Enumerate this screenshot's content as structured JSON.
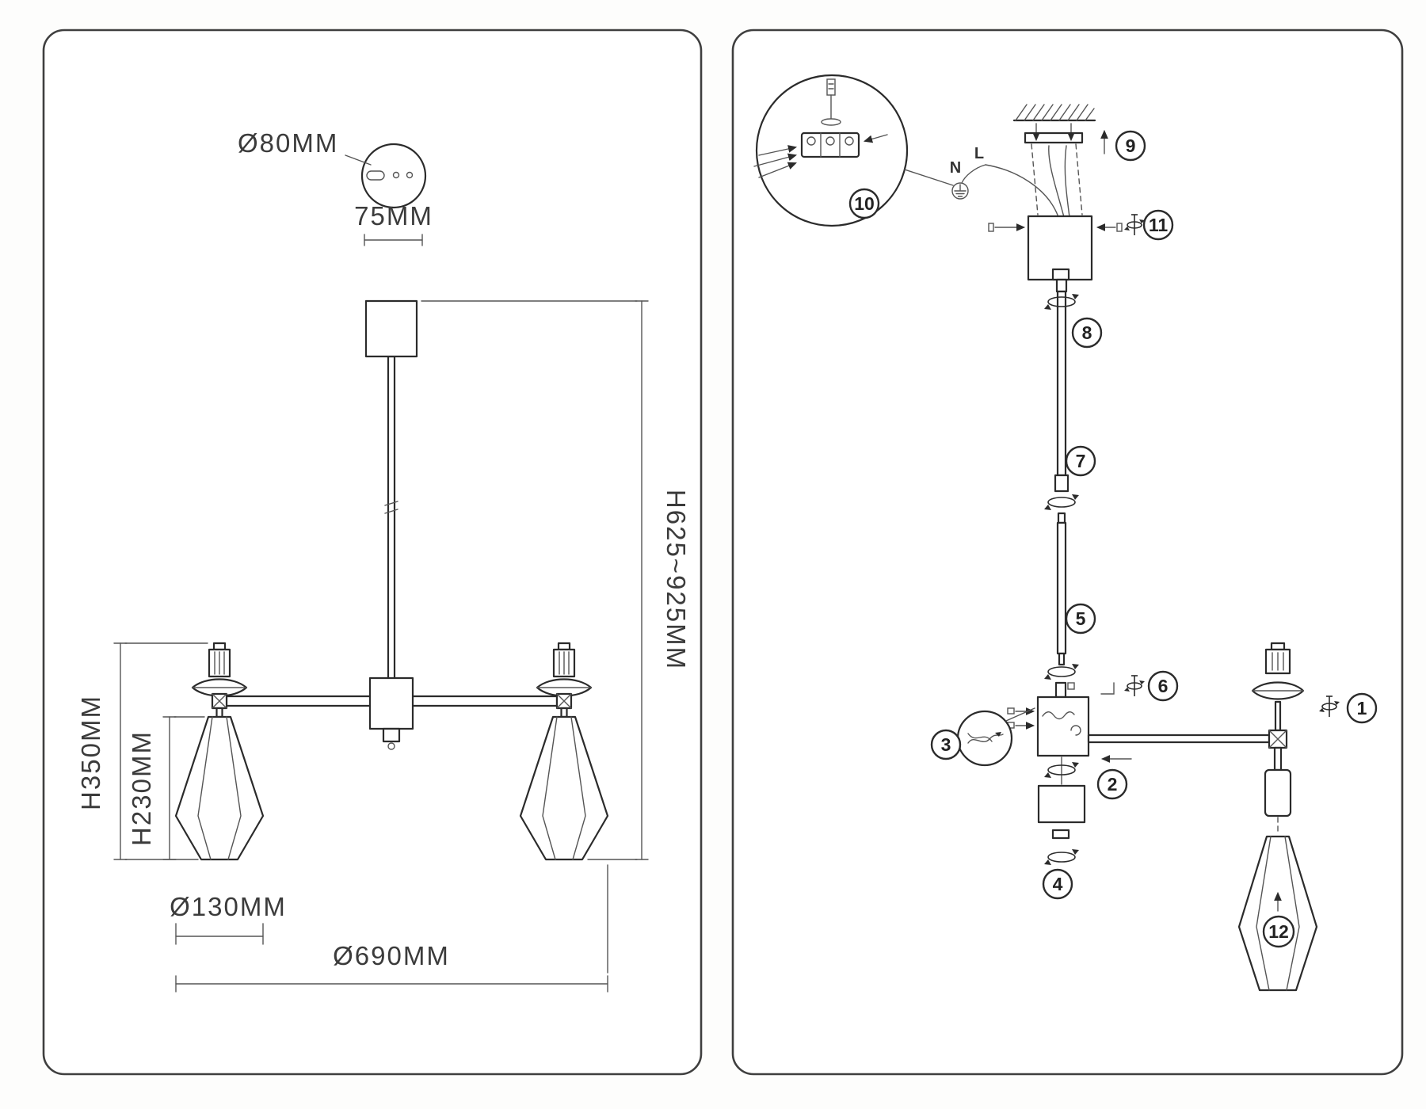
{
  "left_panel": {
    "dims": {
      "canopy_diameter": "Ø80MM",
      "canopy_width": "75MM",
      "overall_height": "H625~925MM",
      "lamp_height": "H350MM",
      "shade_height": "H230MM",
      "shade_diameter": "Ø130MM",
      "overall_diameter": "Ø690MM"
    }
  },
  "right_panel": {
    "wire_labels": {
      "neutral": "N",
      "live": "L"
    },
    "steps": [
      "1",
      "2",
      "3",
      "4",
      "5",
      "6",
      "7",
      "8",
      "9",
      "10",
      "11",
      "12"
    ]
  },
  "colors": {
    "line": "#2b2b2b",
    "background": "#ffffff"
  }
}
